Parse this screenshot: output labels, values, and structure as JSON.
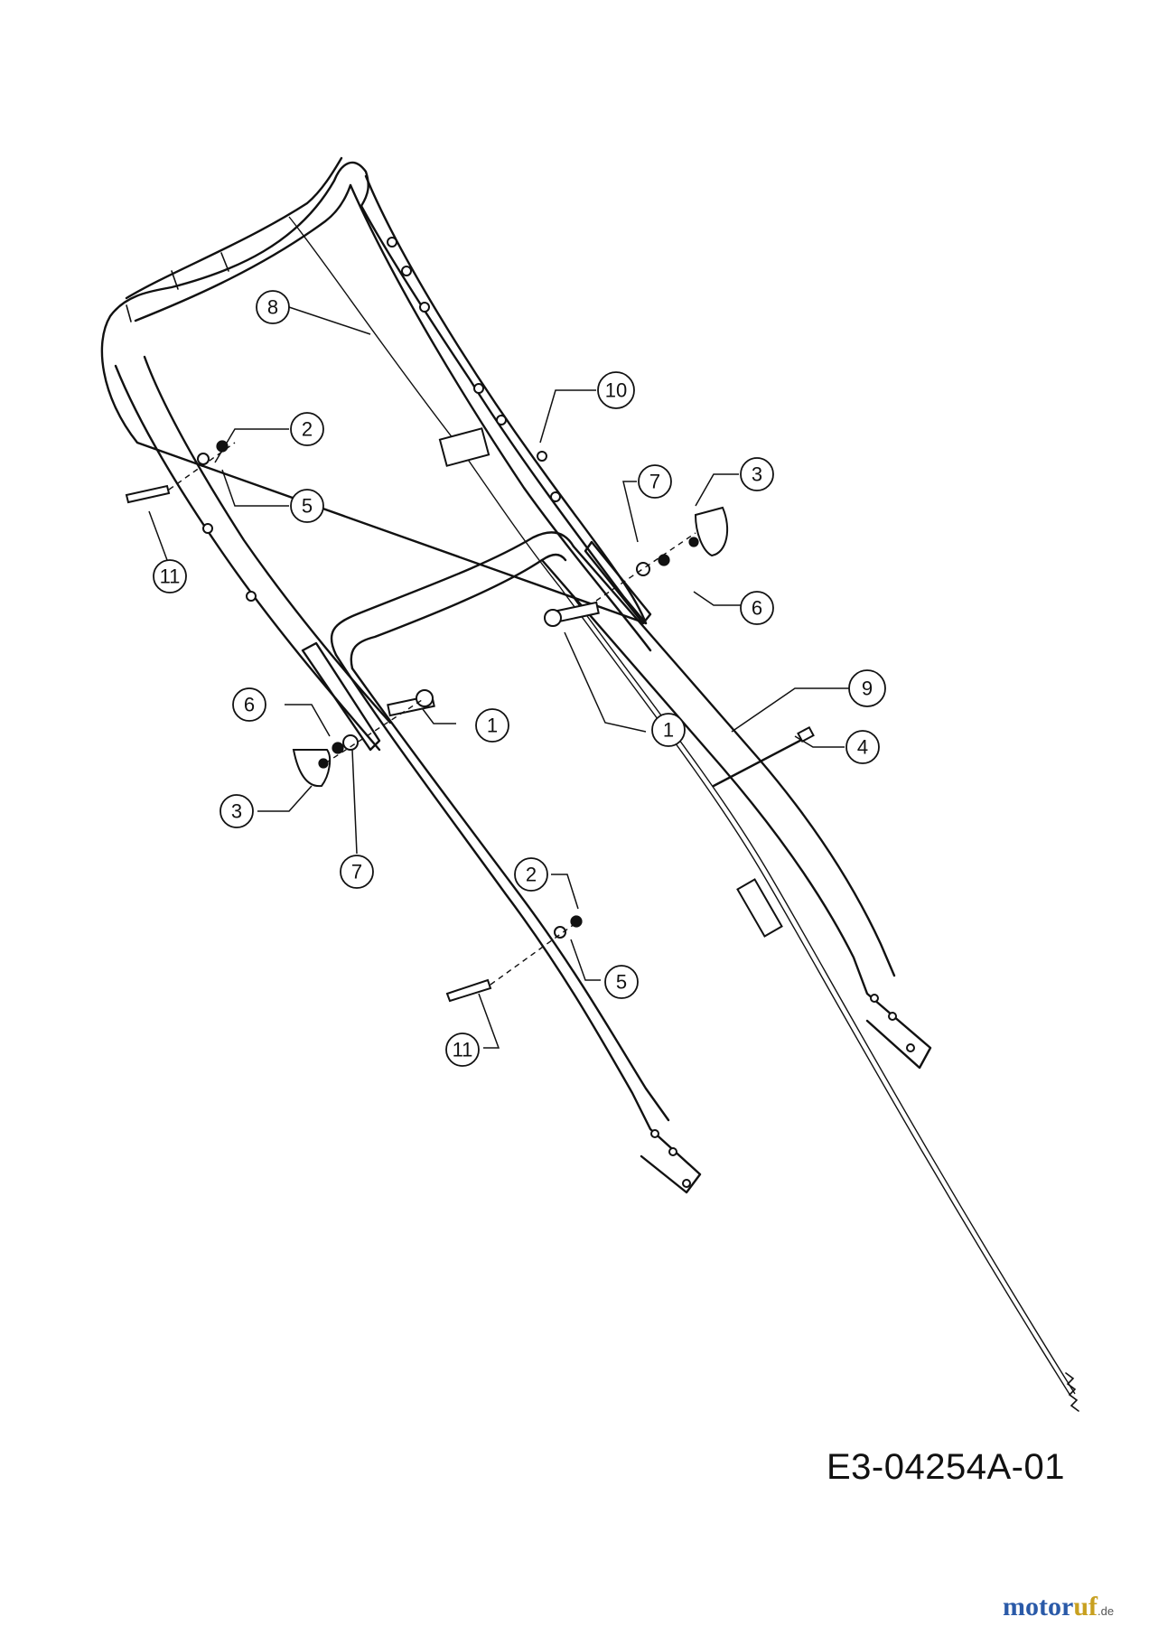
{
  "diagram": {
    "drawing_code": "E3-04254A-01",
    "watermark": {
      "brand": "motoruf",
      "tld": ".de",
      "color_main": "#2a5aa8",
      "color_accent": "#c8a020"
    },
    "callouts": [
      "8",
      "2",
      "5",
      "11",
      "10",
      "7",
      "3",
      "6",
      "1",
      "6",
      "1",
      "3",
      "7",
      "9",
      "4",
      "2",
      "5",
      "11"
    ]
  }
}
